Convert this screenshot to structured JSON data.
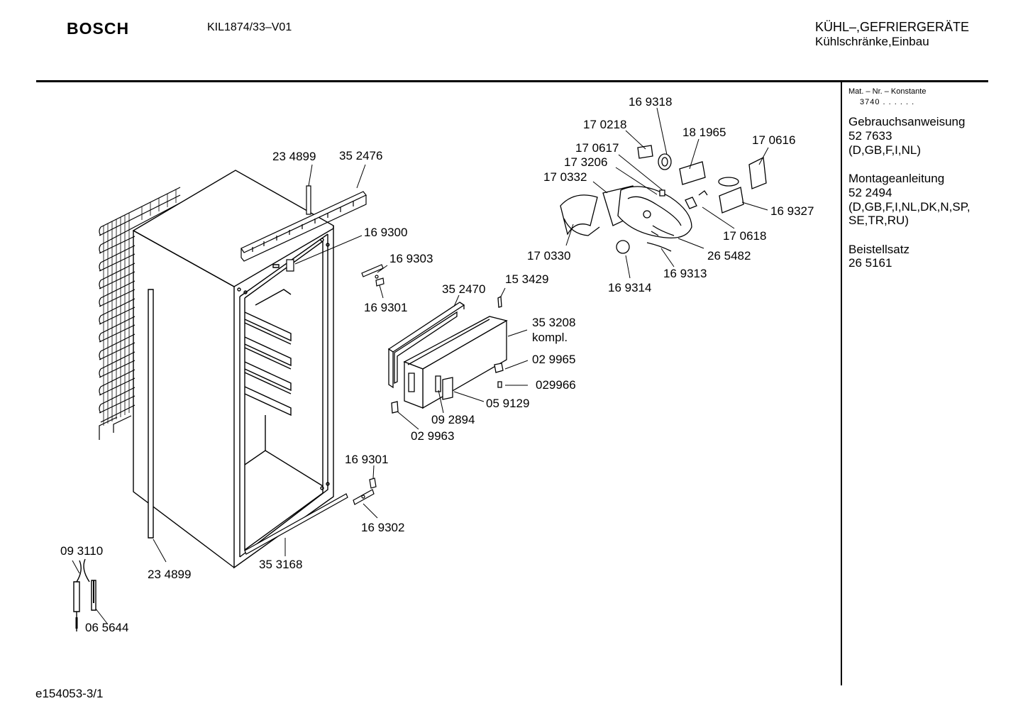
{
  "header": {
    "brand": "BOSCH",
    "model": "KIL1874/33–V01",
    "category_line1": "KÜHL–,GEFRIERGERÄTE",
    "category_line2": "Kühlschränke,Einbau"
  },
  "sidebar": {
    "mat_label": "Mat. – Nr. – Konstante",
    "mat_value": "3740 . . . . . .",
    "items": [
      {
        "title": "Gebrauchsanweisung",
        "number": "52 7633",
        "langs": [
          "(D,GB,F,I,NL)"
        ]
      },
      {
        "title": "Montageanleitung",
        "number": "52 2494",
        "langs": [
          "(D,GB,F,I,NL,DK,N,SP,",
          "SE,TR,RU)"
        ]
      },
      {
        "title": "Beistellsatz",
        "number": "26 5161",
        "langs": []
      }
    ]
  },
  "footer": {
    "doc_id": "e154053-3/1"
  },
  "parts": [
    "23 4899",
    "35 2476",
    "16 9300",
    "16 9303",
    "16 9301",
    "35 2470",
    "15 3429",
    "35 3208",
    "kompl.",
    "02 9965",
    "029966",
    "05 9129",
    "09 2894",
    "02 9963",
    "16 9301",
    "16 9302",
    "35 3168",
    "23 4899",
    "09 3110",
    "06 5644",
    "16 9318",
    "17 0218",
    "18 1965",
    "17 0616",
    "17 0617",
    "17 3206",
    "17 0332",
    "16 9327",
    "17 0618",
    "17 0330",
    "26 5482",
    "16 9313",
    "16 9314"
  ]
}
